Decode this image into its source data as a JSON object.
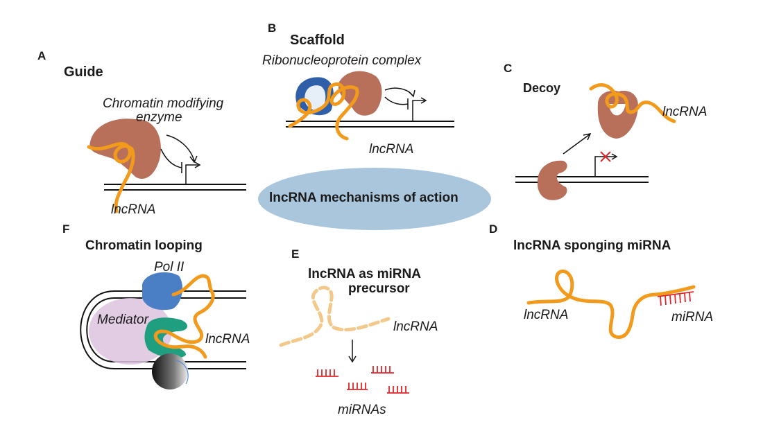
{
  "center_title": "lncRNA mechanisms  of action",
  "panels": {
    "A": {
      "letter": "A",
      "title": "Guide",
      "label_enzyme_1": "Chromatin modifying",
      "label_enzyme_2": "enzyme",
      "label_rna": "lncRNA"
    },
    "B": {
      "letter": "B",
      "title": "Scaffold",
      "subtitle": "Ribonucleoprotein complex",
      "label_rna": "lncRNA"
    },
    "C": {
      "letter": "C",
      "title": "Decoy",
      "label_rna": "lncRNA"
    },
    "D": {
      "letter": "D",
      "title": "lncRNA sponging miRNA",
      "label_rna": "lncRNA",
      "label_mirna": "miRNA"
    },
    "E": {
      "letter": "E",
      "title_1": "lncRNA as miRNA",
      "title_2": "precursor",
      "label_rna": "lncRNA",
      "label_mirnas": "miRNAs"
    },
    "F": {
      "letter": "F",
      "title": "Chromatin looping",
      "label_pol": "Pol II",
      "label_mediator": "Mediator",
      "label_rna": "lncRNA"
    }
  },
  "colors": {
    "lncrna": "#f29a1c",
    "lncrna_dashed": "#f2c98a",
    "enzyme": "#b8705a",
    "scaffold_protein": "#2f5fa8",
    "ellipse": "#a9c6dd",
    "mirna": "#e0262b",
    "pol2": "#4a7fc6",
    "mediator": "#dcc3de",
    "green_protein": "#1f9e80"
  }
}
